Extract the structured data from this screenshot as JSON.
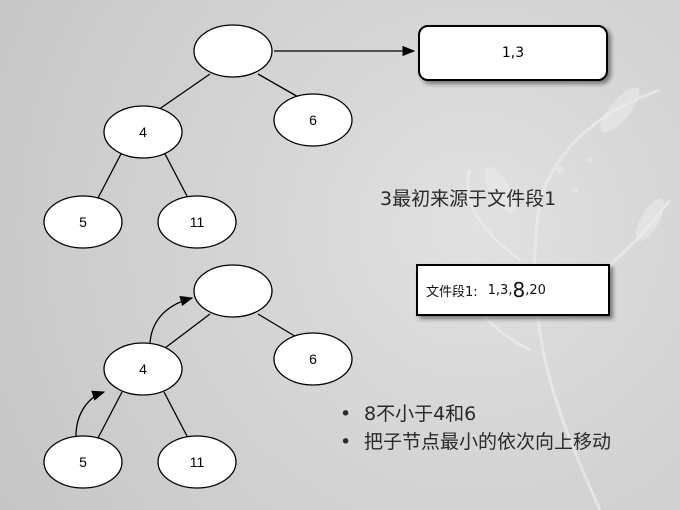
{
  "colors": {
    "background": "#d4d4d4",
    "node_fill": "#ffffff",
    "stroke": "#000000"
  },
  "top_tree": {
    "nodes": [
      {
        "id": "root",
        "label": ""
      },
      {
        "id": "left",
        "label": "4"
      },
      {
        "id": "right",
        "label": "6"
      },
      {
        "id": "ll",
        "label": "5"
      },
      {
        "id": "lr",
        "label": "11"
      }
    ],
    "output_box": "1,3"
  },
  "caption": "3最初来源于文件段1",
  "file_box": {
    "prefix": "文件段1:",
    "values_before": "1,3,",
    "highlight": "8",
    "values_after": ",20"
  },
  "bottom_tree": {
    "nodes": [
      {
        "id": "root",
        "label": ""
      },
      {
        "id": "left",
        "label": "4"
      },
      {
        "id": "right",
        "label": "6"
      },
      {
        "id": "ll",
        "label": "5"
      },
      {
        "id": "lr",
        "label": "11"
      }
    ]
  },
  "bullets": {
    "symbol": "•",
    "items": [
      "8不小于4和6",
      "把子节点最小的依次向上移动"
    ]
  }
}
